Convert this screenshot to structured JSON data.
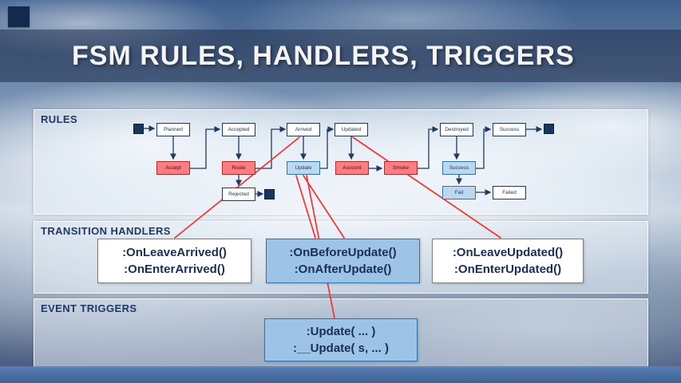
{
  "slide": {
    "title": "FSM RULES, HANDLERS, TRIGGERS"
  },
  "sections": {
    "rules_label": "RULES",
    "handlers_label": "TRANSITION HANDLERS",
    "triggers_label": "EVENT TRIGGERS"
  },
  "fsm": {
    "states": [
      {
        "label": "Planned",
        "type": "plain"
      },
      {
        "label": "Accepted",
        "type": "plain"
      },
      {
        "label": "Arrived",
        "type": "plain"
      },
      {
        "label": "Updated",
        "type": "plain"
      },
      {
        "label": "Destroyed",
        "type": "plain"
      },
      {
        "label": "Success",
        "type": "plain"
      },
      {
        "label": "Accept",
        "type": "action-red"
      },
      {
        "label": "Route",
        "type": "action-red"
      },
      {
        "label": "Update",
        "type": "action-blue"
      },
      {
        "label": "Account",
        "type": "action-red"
      },
      {
        "label": "Smoke",
        "type": "action-red"
      },
      {
        "label": "Success",
        "type": "action-blue"
      },
      {
        "label": "Rejected",
        "type": "plain"
      },
      {
        "label": "Fail",
        "type": "action-blue"
      },
      {
        "label": "Failed",
        "type": "plain"
      }
    ],
    "edges": [
      {
        "from": "start",
        "to": "Planned"
      },
      {
        "from": "Planned",
        "to": "Accept"
      },
      {
        "from": "Accept",
        "to": "Accepted"
      },
      {
        "from": "Accepted",
        "to": "Route"
      },
      {
        "from": "Route",
        "to": "Arrived"
      },
      {
        "from": "Arrived",
        "to": "Update"
      },
      {
        "from": "Update",
        "to": "Updated"
      },
      {
        "from": "Updated",
        "to": "Account"
      },
      {
        "from": "Account",
        "to": "Smoke"
      },
      {
        "from": "Smoke",
        "to": "Destroyed"
      },
      {
        "from": "Destroyed",
        "to": "Success(action)"
      },
      {
        "from": "Success(action)",
        "to": "Success"
      },
      {
        "from": "Success",
        "to": "end"
      },
      {
        "from": "Route",
        "to": "Rejected"
      },
      {
        "from": "Rejected",
        "to": "end"
      },
      {
        "from": "Success(action)",
        "to": "Fail"
      },
      {
        "from": "Fail",
        "to": "Failed"
      }
    ],
    "red_connectors": [
      {
        "from": "Arrived",
        "to": "handler-arrived"
      },
      {
        "from": "Update",
        "to": "handler-update"
      },
      {
        "from": "Update",
        "to": "handler-update"
      },
      {
        "from": "Updated",
        "to": "handler-updated"
      },
      {
        "from": "Update",
        "to": "trigger-update"
      }
    ]
  },
  "handlers": {
    "arrived": {
      "line1": ":OnLeaveArrived()",
      "line2": ":OnEnterArrived()"
    },
    "update": {
      "line1": ":OnBeforeUpdate()",
      "line2": ":OnAfterUpdate()"
    },
    "updated": {
      "line1": ":OnLeaveUpdated()",
      "line2": ":OnEnterUpdated()"
    }
  },
  "triggers": {
    "update": {
      "line1": ":Update( ... )",
      "line2": ":__Update( s, ... )"
    }
  },
  "colors": {
    "navy": "#1f3864",
    "red_state": "#ff7c80",
    "blue_state": "#bdd7ee",
    "blue_box": "#9dc3e6",
    "red_line": "#fb2f2f",
    "bottom_bar": "#4a76b0"
  }
}
